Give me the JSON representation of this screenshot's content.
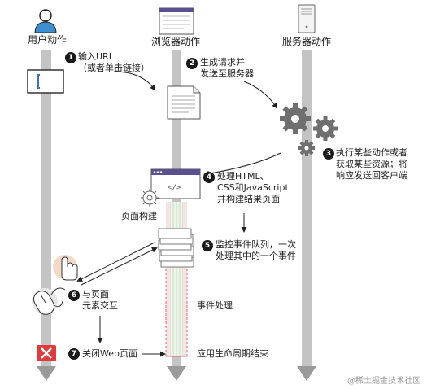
{
  "actors": {
    "user": "用户动作",
    "browser": "浏览器动作",
    "server": "服务器动作"
  },
  "steps": [
    {
      "num": "1",
      "text": "输入URL\n（或者单击链接）"
    },
    {
      "num": "2",
      "text": "生成请求并\n发送至服务器"
    },
    {
      "num": "3",
      "text": "执行某些动作或者\n获取某些资源；将\n响应发送回客户端"
    },
    {
      "num": "4",
      "text": "处理HTML、\nCSS和JavaScript\n并构建结果页面"
    },
    {
      "num": "5",
      "text": "监控事件队列，一次\n处理其中的一个事件"
    },
    {
      "num": "6",
      "text": "与页面\n元素交互"
    },
    {
      "num": "7",
      "text": "关闭Web页面"
    }
  ],
  "labels": {
    "page_build": "页面构建",
    "event_handling": "事件处理",
    "lifecycle_end": "应用生命周期结束",
    "code_icon": "</>"
  },
  "watermark": "@稀土掘金技术社区",
  "icons": [
    "user-icon",
    "browser-window-icon",
    "server-tower-icon",
    "text-cursor-icon",
    "document-icon",
    "gears-icon",
    "code-window-icon",
    "gear-icon",
    "event-queue-stack-icon",
    "hand-pointer-icon",
    "mouse-icon",
    "close-icon"
  ],
  "colors": {
    "lane": "#b3b3b3",
    "lane_head": "#8a8a8a",
    "lifecycle_fill": "#f3dede",
    "lifecycle_stripe": "#dbe8d6",
    "lifecycle_border": "#e06a6a",
    "close_red": "#e23a3a",
    "accent_purple": "#5a4f8f"
  }
}
